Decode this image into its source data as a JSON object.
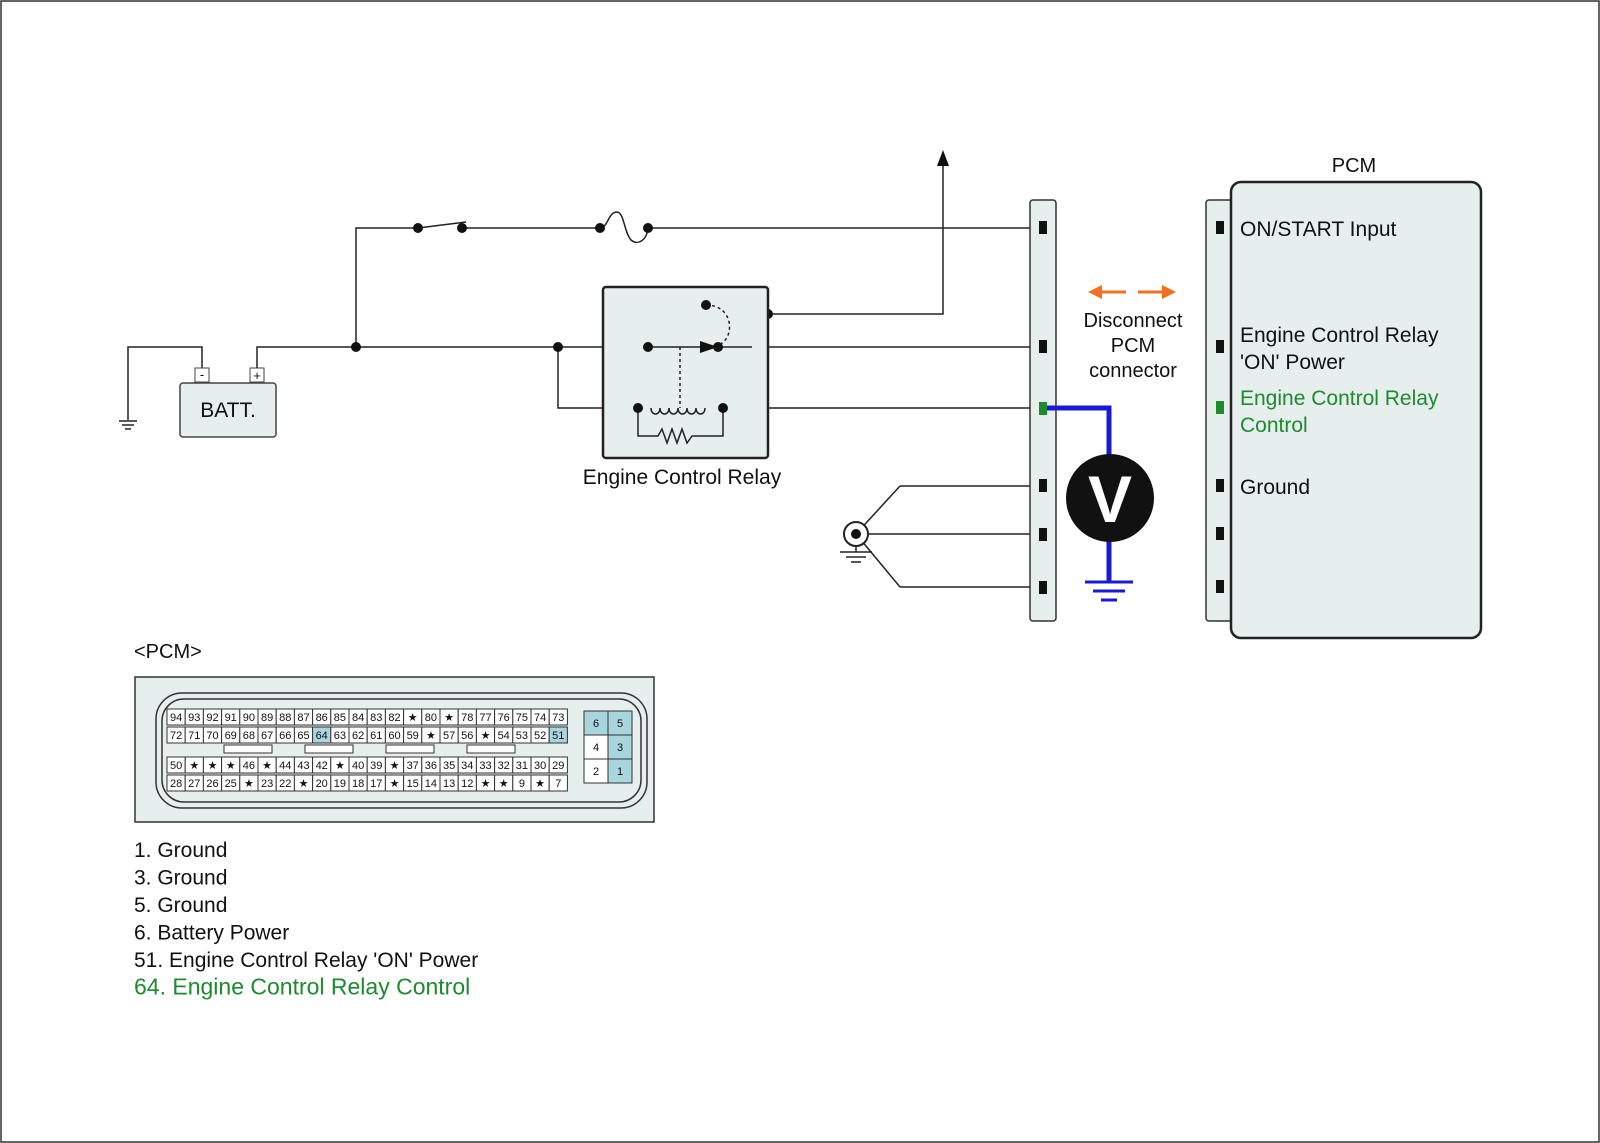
{
  "battery": {
    "label": "BATT.",
    "minus": "-",
    "plus": "+"
  },
  "relay": {
    "label": "Engine Control Relay"
  },
  "pcm": {
    "title": "PCM",
    "pins": [
      {
        "label": "ON/START Input",
        "highlight": false
      },
      {
        "label": "Engine Control Relay\n'ON' Power",
        "highlight": false
      },
      {
        "label": "Engine Control Relay\nControl",
        "highlight": true
      },
      {
        "label": "Ground",
        "highlight": false
      },
      {
        "label": "",
        "highlight": false
      },
      {
        "label": "",
        "highlight": false
      }
    ]
  },
  "disconnect_note": "Disconnect\nPCM\nconnector",
  "meter": {
    "symbol": "V"
  },
  "connector_view": {
    "title": "<PCM>",
    "row1": [
      "94",
      "93",
      "92",
      "91",
      "90",
      "89",
      "88",
      "87",
      "86",
      "85",
      "84",
      "83",
      "82",
      "★",
      "80",
      "★",
      "78",
      "77",
      "76",
      "75",
      "74",
      "73"
    ],
    "row2": [
      "72",
      "71",
      "70",
      "69",
      "68",
      "67",
      "66",
      "65",
      "64",
      "63",
      "62",
      "61",
      "60",
      "59",
      "★",
      "57",
      "56",
      "★",
      "54",
      "53",
      "52",
      "51"
    ],
    "row3": [
      "50",
      "★",
      "★",
      "★",
      "46",
      "★",
      "44",
      "43",
      "42",
      "★",
      "40",
      "39",
      "★",
      "37",
      "36",
      "35",
      "34",
      "33",
      "32",
      "31",
      "30",
      "29"
    ],
    "row4": [
      "28",
      "27",
      "26",
      "25",
      "★",
      "23",
      "22",
      "★",
      "20",
      "19",
      "18",
      "17",
      "★",
      "15",
      "14",
      "13",
      "12",
      "★",
      "★",
      "9",
      "★",
      "7"
    ],
    "small_block": [
      [
        "6",
        "5"
      ],
      [
        "4",
        "3"
      ],
      [
        "2",
        "1"
      ]
    ],
    "highlighted": [
      "64",
      "51",
      "5",
      "3",
      "1",
      "6"
    ]
  },
  "legend": [
    {
      "text": "1. Ground",
      "highlight": false
    },
    {
      "text": "3. Ground",
      "highlight": false
    },
    {
      "text": "5. Ground",
      "highlight": false
    },
    {
      "text": "6. Battery Power",
      "highlight": false
    },
    {
      "text": "51. Engine Control Relay 'ON' Power",
      "highlight": false
    },
    {
      "text": "64. Engine Control Relay Control",
      "highlight": true
    }
  ],
  "colors": {
    "accent_green": "#1e8a2e",
    "probe_blue": "#1a1ad6",
    "arrow_orange": "#f07020",
    "box_fill": "#e6eeee",
    "cell_highlight": "#a9d5de"
  }
}
